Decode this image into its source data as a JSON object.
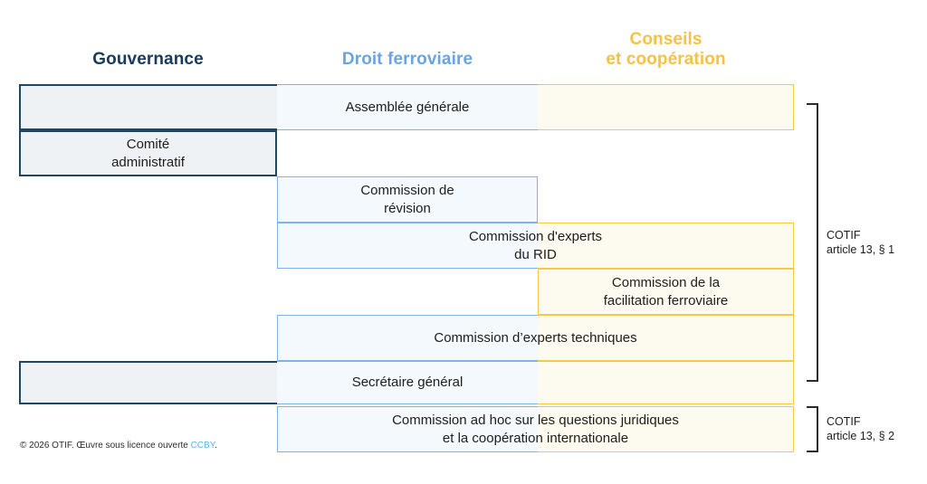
{
  "columns": [
    {
      "id": "gouvernance",
      "label": "Gouvernance",
      "color": "#173a5e"
    },
    {
      "id": "droit-ferroviaire",
      "label": "Droit ferroviaire",
      "color": "#6ba4e0"
    },
    {
      "id": "conseils-cooperation",
      "label": "Conseils\net coopération",
      "color": "#f5c243"
    }
  ],
  "rows": [
    {
      "id": "assemblee-generale",
      "label": "Assemblée générale",
      "span": "1-3",
      "label_col": 2
    },
    {
      "id": "comite-administratif",
      "label": "Comité\nadministratif",
      "span": "1-1",
      "label_col": 1
    },
    {
      "id": "commission-revision",
      "label": "Commission de\nrévision",
      "span": "2-2",
      "label_col": 2
    },
    {
      "id": "commission-experts-rid",
      "label": "Commission d'experts\ndu RID",
      "span": "2-3",
      "label_col": 2
    },
    {
      "id": "commission-facilitation-ferroviaire",
      "label": "Commission de la\nfacilitation ferroviaire",
      "span": "3-3",
      "label_col": 3
    },
    {
      "id": "commission-experts-techniques",
      "label": "Commission d’experts techniques",
      "span": "2-3",
      "label_col": 2
    },
    {
      "id": "secretaire-general",
      "label": "Secrétaire général",
      "span": "1-3",
      "label_col": 2
    },
    {
      "id": "commission-ad-hoc",
      "label": "Commission ad hoc sur les questions juridiques\net la coopération internationale",
      "span": "2-3",
      "label_col": 2
    }
  ],
  "brackets": [
    {
      "id": "cotif-art13-par1",
      "label": "COTIF\narticle 13, § 1"
    },
    {
      "id": "cotif-art13-par2",
      "label": "COTIF\narticle 13, § 2"
    }
  ],
  "footer": {
    "text_before": "© 2026 OTIF. Œuvre sous licence ouverte ",
    "license": "CCBY",
    "text_after": "."
  }
}
